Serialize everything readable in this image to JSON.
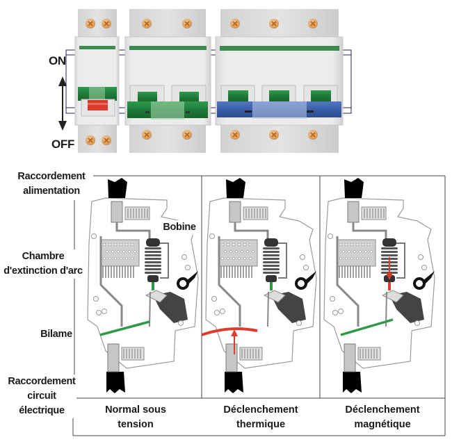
{
  "top": {
    "on_label": "ON",
    "off_label": "OFF",
    "breakers": [
      {
        "name": "single-pole",
        "toggle_color": "#2f8a45",
        "state": "tripped"
      },
      {
        "name": "two-pole",
        "toggle_color": "#2f8a45",
        "state": "on"
      },
      {
        "name": "three-pole",
        "toggle_color": "#3f63a8",
        "state": "on"
      }
    ],
    "colors": {
      "green": "#3c8a52",
      "red": "#d93a2b",
      "blue": "#3f63a8",
      "screw": "#d9a66b"
    }
  },
  "labels": {
    "supply_connection": [
      "Raccordement",
      "alimentation"
    ],
    "coil": "Bobine",
    "arc_chamber": [
      "Chambre",
      "d'extinction d'arc"
    ],
    "bimetal": "Bilame",
    "circuit_connection": [
      "Raccordement",
      "circuit électrique"
    ]
  },
  "states": [
    {
      "line1": "Normal sous",
      "line2": "tension",
      "bimetal_color": "#2e9a48"
    },
    {
      "line1": "Déclenchement",
      "line2": "thermique",
      "bimetal_color": "#e03a2a"
    },
    {
      "line1": "Déclenchement",
      "line2": "magnétique",
      "bimetal_color": "#2e9a48"
    }
  ]
}
